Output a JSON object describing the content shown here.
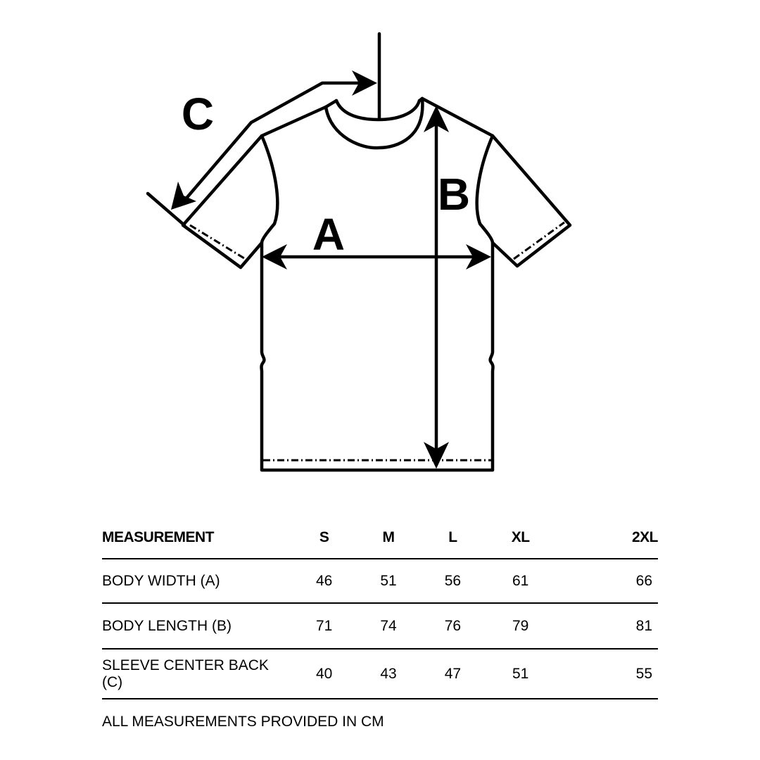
{
  "diagram": {
    "labels": {
      "a": "A",
      "b": "B",
      "c": "C"
    }
  },
  "table": {
    "headers": [
      "MEASUREMENT",
      "S",
      "M",
      "L",
      "XL",
      "2XL"
    ],
    "rows": [
      {
        "label": "BODY WIDTH (A)",
        "values": [
          "46",
          "51",
          "56",
          "61",
          "66"
        ]
      },
      {
        "label": "BODY LENGTH (B)",
        "values": [
          "71",
          "74",
          "76",
          "79",
          "81"
        ]
      },
      {
        "label": "SLEEVE CENTER BACK (C)",
        "values": [
          "40",
          "43",
          "47",
          "51",
          "55"
        ]
      }
    ]
  },
  "footnote": "ALL MEASUREMENTS PROVIDED IN CM"
}
